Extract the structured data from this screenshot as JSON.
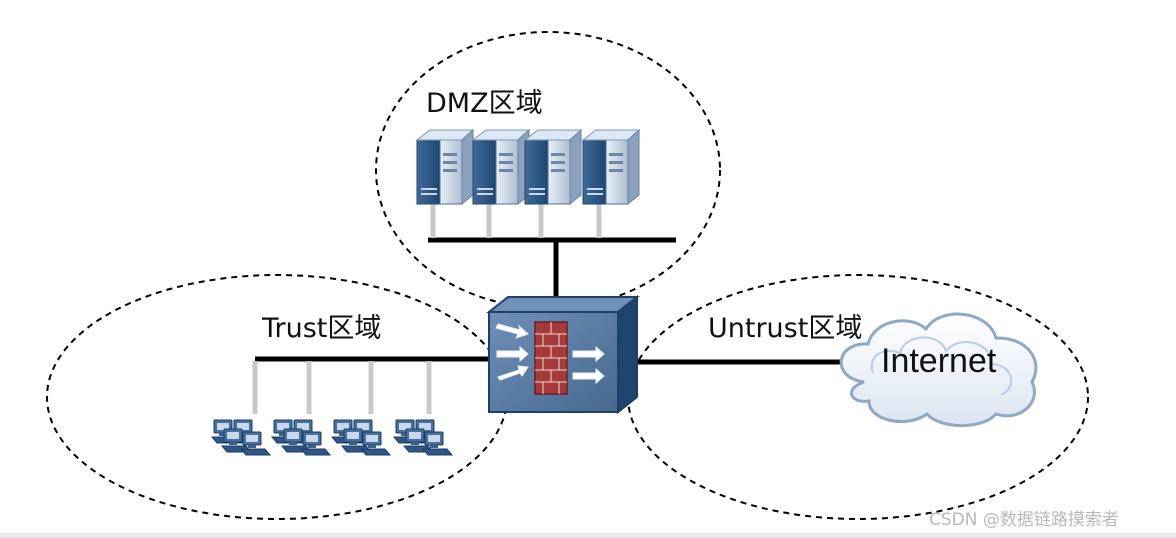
{
  "zones": {
    "dmz_label": "DMZ区域",
    "trust_label": "Trust区域",
    "untrust_label": "Untrust区域"
  },
  "internet": {
    "label": "Internet"
  },
  "watermark": {
    "text": "CSDN @数据链路摸索者"
  },
  "colors": {
    "zone_border": "#000000",
    "network_line": "#000000",
    "firewall_body": "#4f6f97",
    "firewall_dark": "#233f66",
    "brick": "#a63a3a",
    "server_blue": "#2d5a8a",
    "cloud": "#dbe5f1"
  },
  "nodes": {
    "dmz_servers": [
      {
        "name": "server-1"
      },
      {
        "name": "server-2"
      },
      {
        "name": "server-3"
      },
      {
        "name": "server-4"
      }
    ],
    "trust_pcs": [
      {
        "name": "pc-group-1"
      },
      {
        "name": "pc-group-2"
      },
      {
        "name": "pc-group-3"
      },
      {
        "name": "pc-group-4"
      }
    ],
    "firewall": "firewall-icon"
  }
}
